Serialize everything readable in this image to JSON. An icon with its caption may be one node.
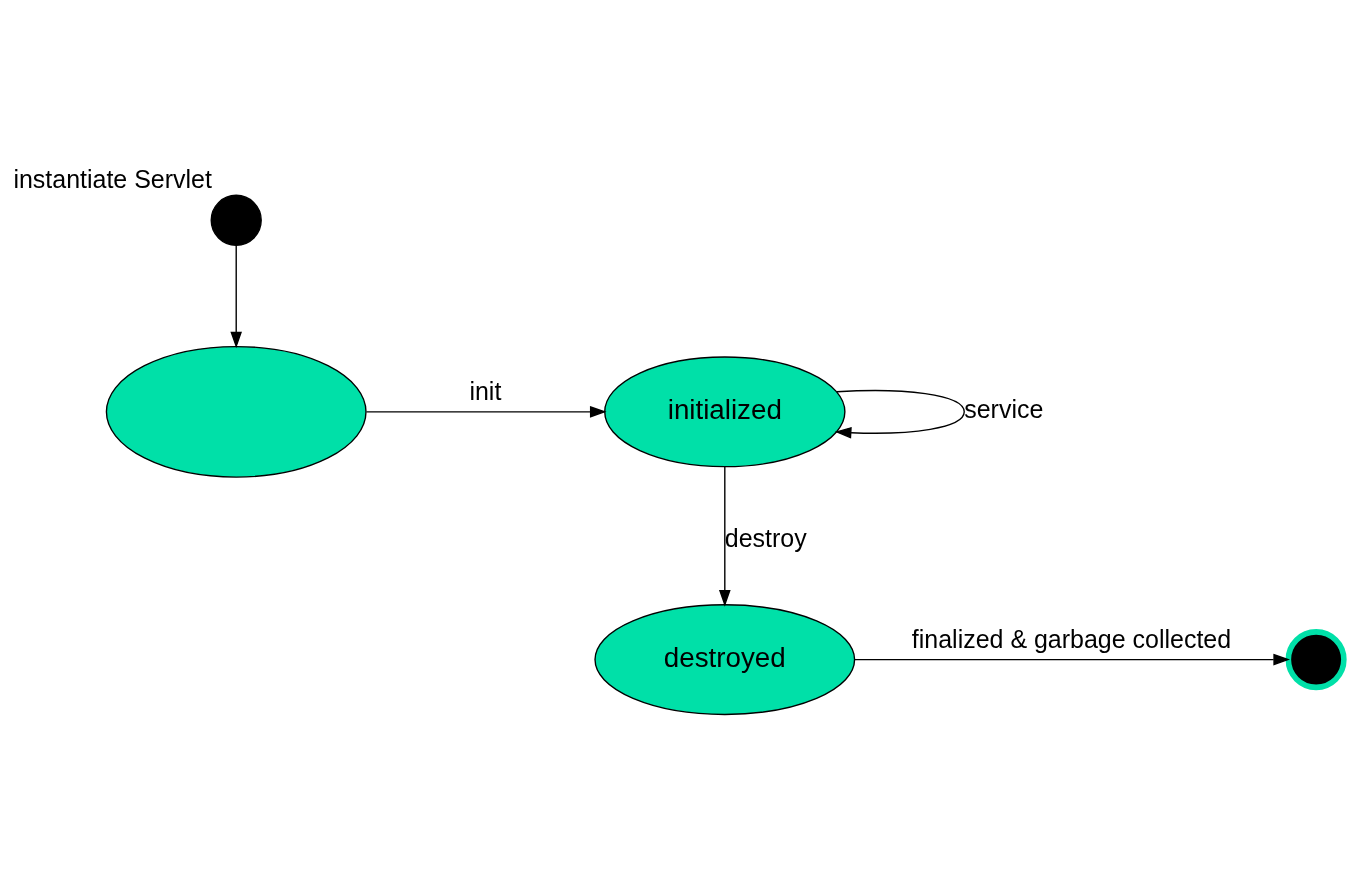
{
  "diagram": {
    "nodes": [
      {
        "text": [],
        "shape": "circle",
        "beside": [
          "instantiate Servlet"
        ]
      },
      {
        "text": [],
        "shape": "ellipse"
      },
      {
        "text": [
          "initialized"
        ]
      },
      {
        "text": [
          "destroyed"
        ]
      },
      {
        "text": [],
        "shape": "circle"
      }
    ],
    "edges": [
      {
        "from": 0,
        "to": 1,
        "arrow": "to"
      },
      {
        "from": 1,
        "to": 2,
        "arrow": "to",
        "label": "init"
      },
      {
        "from": 2,
        "to": 2,
        "arrow": "to",
        "label": "service"
      },
      {
        "from": 2,
        "to": 3,
        "arrow": "to",
        "label": "destroy"
      },
      {
        "from": 3,
        "to": 4,
        "arrow": "to",
        "label": "finalized & garbage collected"
      }
    ]
  }
}
